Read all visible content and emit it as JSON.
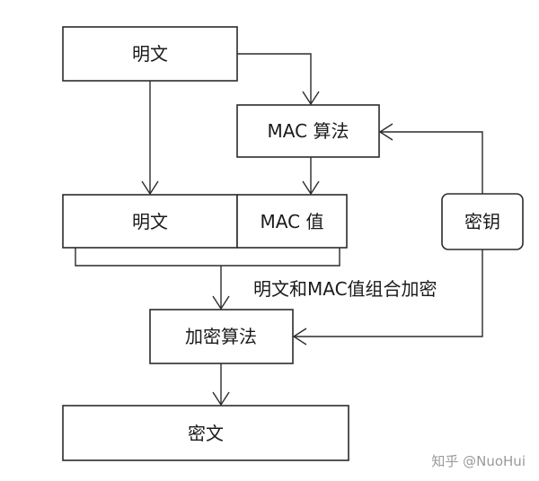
{
  "nodes": {
    "plaintext_top": "明文",
    "mac_algorithm": "MAC 算法",
    "plaintext_combined": "明文",
    "mac_value": "MAC 值",
    "key": "密钥",
    "encryption_algorithm": "加密算法",
    "ciphertext": "密文"
  },
  "edge_labels": {
    "combine": "明文和MAC值组合加密"
  },
  "watermark": "知乎 @NuoHui"
}
